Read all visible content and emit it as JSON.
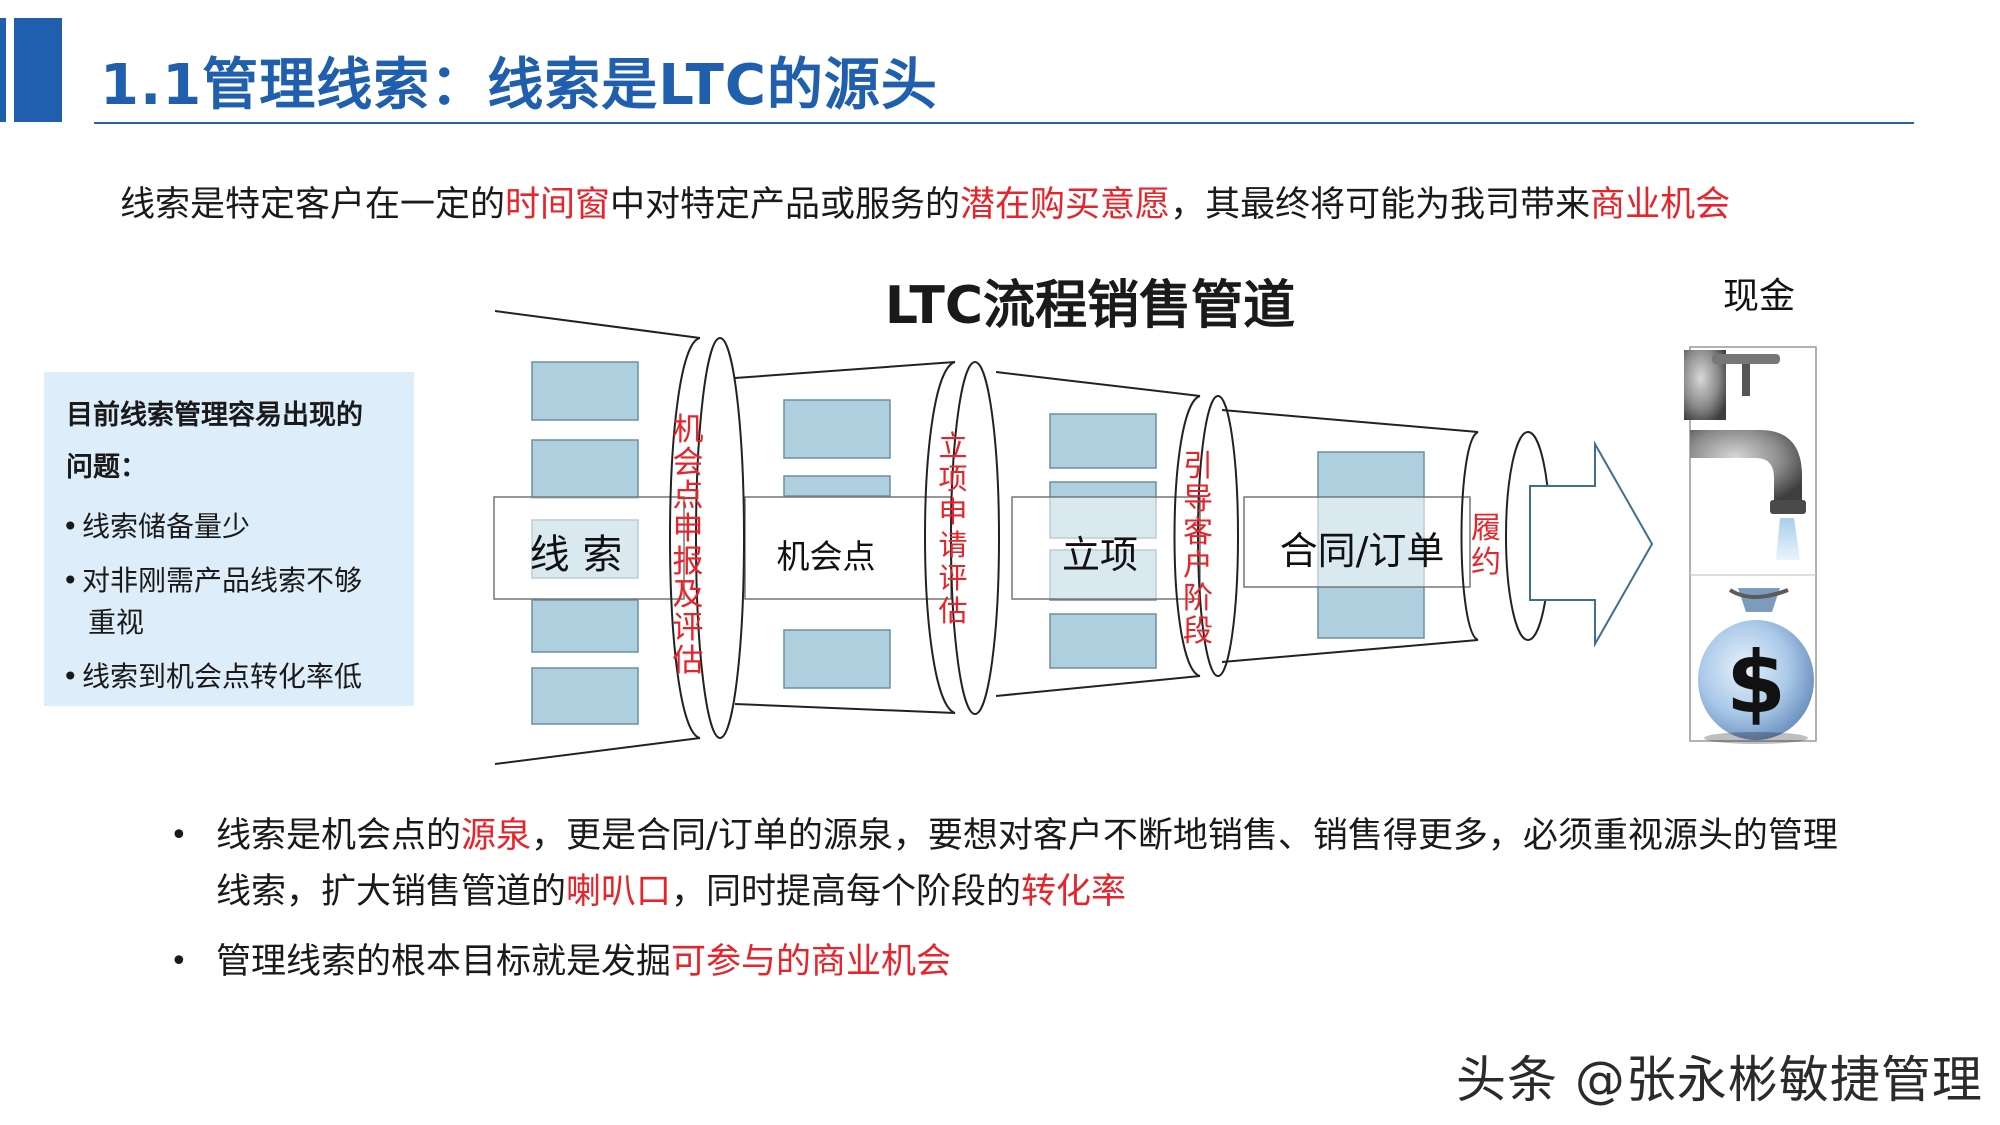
{
  "header": {
    "title": "1.1管理线索：线索是LTC的源头"
  },
  "intro": {
    "segments": [
      {
        "text": "线索是特定客户在一定的",
        "highlight": false
      },
      {
        "text": "时间窗",
        "highlight": true
      },
      {
        "text": "中对特定产品或服务的",
        "highlight": false
      },
      {
        "text": "潜在购买意愿",
        "highlight": true
      },
      {
        "text": "，其最终将可能为我司带来",
        "highlight": false
      },
      {
        "text": "商业机会",
        "highlight": true
      }
    ]
  },
  "problems": {
    "title_line1": "目前线索管理容易出现的",
    "title_line2": "问题：",
    "items": [
      {
        "line1": "线索储备量少",
        "line2": ""
      },
      {
        "line1": "对非刚需产品线索不够",
        "line2": "重视"
      },
      {
        "line1": "线索到机会点转化率低",
        "line2": ""
      }
    ]
  },
  "diagram": {
    "title": "LTC流程销售管道",
    "cash_label": "现金",
    "stages": [
      "线 索",
      "机会点",
      "立项",
      "合同/订单"
    ],
    "gates": [
      "机会点申报及评估",
      "立项申请评估",
      "引导客户阶段",
      "履约"
    ]
  },
  "bullets": [
    {
      "segments": [
        {
          "text": "线索是机会点的",
          "highlight": false
        },
        {
          "text": "源泉",
          "highlight": true
        },
        {
          "text": "，更是合同/订单的源泉，要想对客户不断地销售、销售得更多，必须重视源头的管理线索，扩大销售管道的",
          "highlight": false
        },
        {
          "text": "喇叭口",
          "highlight": true
        },
        {
          "text": "，同时提高每个阶段的",
          "highlight": false
        },
        {
          "text": "转化率",
          "highlight": true
        }
      ]
    },
    {
      "segments": [
        {
          "text": "管理线索的根本目标就是发掘",
          "highlight": false
        },
        {
          "text": "可参与的商业机会",
          "highlight": true
        }
      ]
    }
  ],
  "watermark": "头条 @张永彬敏捷管理",
  "colors": {
    "brand_blue": "#1f5fae",
    "highlight_red": "#e8232a",
    "box_fill": "#aecfdd",
    "panel_bg": "#ddeefa"
  }
}
